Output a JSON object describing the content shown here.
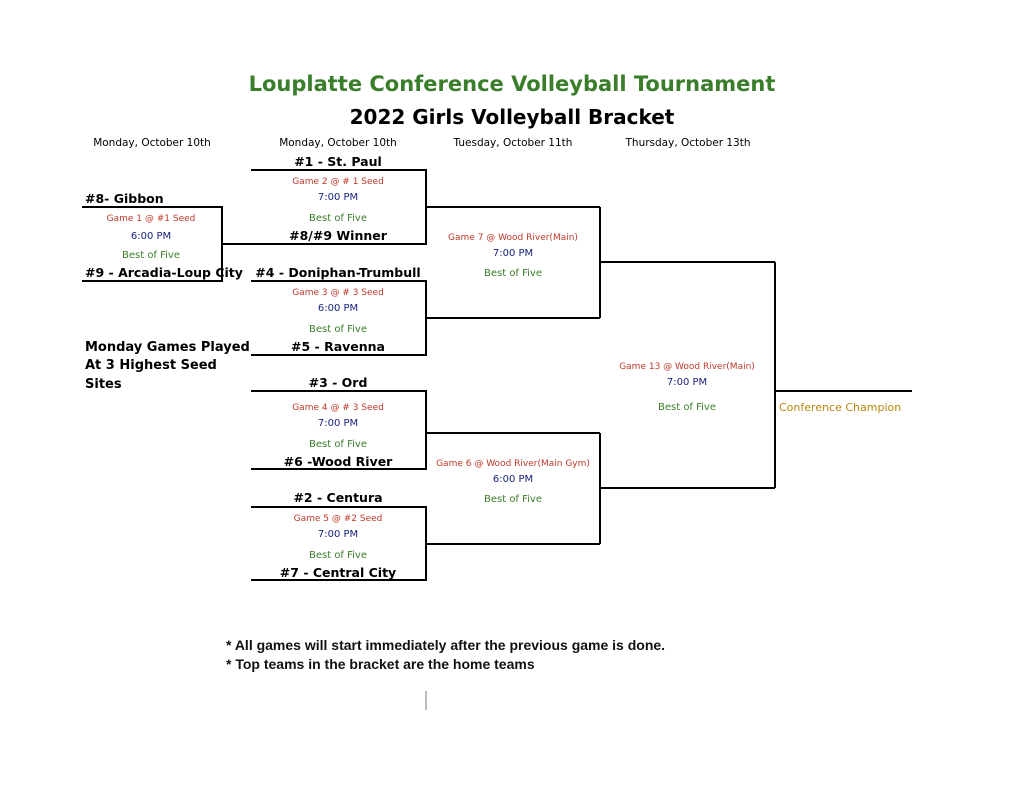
{
  "header": {
    "title": "Louplatte Conference Volleyball Tournament",
    "subtitle": "2022 Girls Volleyball Bracket"
  },
  "days": [
    "Monday, October 10th",
    "Monday, October 10th",
    "Tuesday, October  11th",
    "Thursday, October  13th"
  ],
  "round1": {
    "team_top": "#8- Gibbon",
    "team_bottom": "#9 - Arcadia-Loup City",
    "game": "Game 1 @ #1 Seed",
    "time": "6:00 PM",
    "format": "Best of Five"
  },
  "round2": [
    {
      "team_top": "#1 - St. Paul",
      "team_bottom": "#8/#9 Winner",
      "game": "Game 2 @ # 1 Seed",
      "time": "7:00 PM",
      "format": "Best of Five"
    },
    {
      "team_top": "#4 - Doniphan-Trumbull",
      "team_bottom": "#5 - Ravenna",
      "game": "Game 3 @ # 3 Seed",
      "time": "6:00 PM",
      "format": "Best of Five"
    },
    {
      "team_top": "#3 - Ord",
      "team_bottom": "#6 -Wood River",
      "game": "Game 4 @ # 3 Seed",
      "time": "7:00 PM",
      "format": "Best of Five"
    },
    {
      "team_top": "#2 - Centura",
      "team_bottom": "#7 - Central City",
      "game": "Game 5 @ #2 Seed",
      "time": "7:00 PM",
      "format": "Best of Five"
    }
  ],
  "semis": [
    {
      "game": "Game 7 @ Wood River(Main)",
      "time": "7:00 PM",
      "format": "Best of Five"
    },
    {
      "game": "Game 6 @ Wood River(Main Gym)",
      "time": "6:00 PM",
      "format": "Best of Five"
    }
  ],
  "final": {
    "game": "Game 13 @ Wood River(Main)",
    "time": "7:00 PM",
    "format": "Best of Five"
  },
  "champion_label": "Conference Champion",
  "monday_note": [
    "Monday Games Played",
    "At 3 Highest Seed",
    "Sites"
  ],
  "footnotes": [
    "* All games will start immediately after the previous game is done.",
    "* Top teams in the bracket are the home teams"
  ],
  "colors": {
    "title_green": "#3a7d2a",
    "game_red": "#c0392b",
    "time_blue": "#1a237e",
    "champion_gold": "#b8860b"
  }
}
